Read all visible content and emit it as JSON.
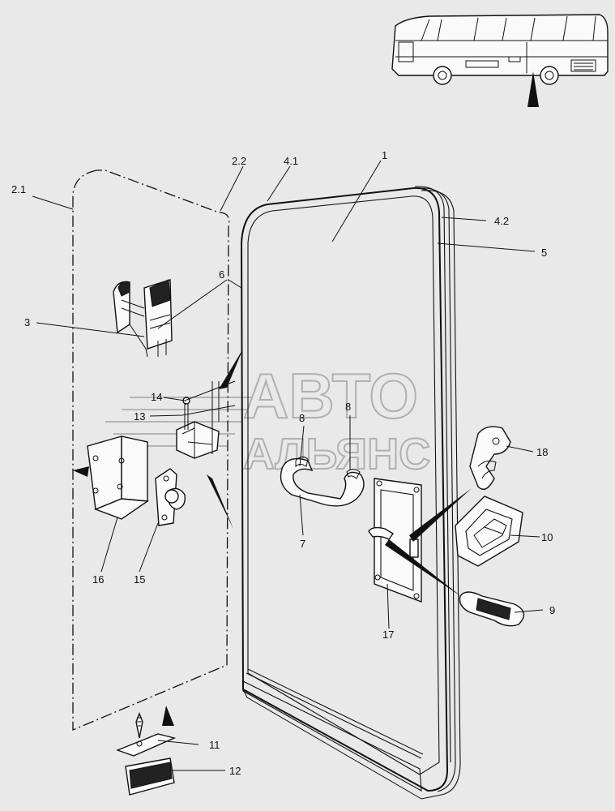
{
  "watermark": {
    "line1": "АВТО",
    "line2": "АЛЬЯНС"
  },
  "callouts": [
    {
      "id": "c1",
      "label": "1"
    },
    {
      "id": "c2_1",
      "label": "2.1"
    },
    {
      "id": "c2_2",
      "label": "2.2"
    },
    {
      "id": "c3",
      "label": "3"
    },
    {
      "id": "c4_1",
      "label": "4.1"
    },
    {
      "id": "c4_2",
      "label": "4.2"
    },
    {
      "id": "c5",
      "label": "5"
    },
    {
      "id": "c6",
      "label": "6"
    },
    {
      "id": "c7",
      "label": "7"
    },
    {
      "id": "c8a",
      "label": "8"
    },
    {
      "id": "c8b",
      "label": "8"
    },
    {
      "id": "c9",
      "label": "9"
    },
    {
      "id": "c10",
      "label": "10"
    },
    {
      "id": "c11",
      "label": "11"
    },
    {
      "id": "c12",
      "label": "12"
    },
    {
      "id": "c13",
      "label": "13"
    },
    {
      "id": "c14",
      "label": "14"
    },
    {
      "id": "c15",
      "label": "15"
    },
    {
      "id": "c16",
      "label": "16"
    },
    {
      "id": "c17",
      "label": "17"
    },
    {
      "id": "c18",
      "label": "18"
    }
  ]
}
